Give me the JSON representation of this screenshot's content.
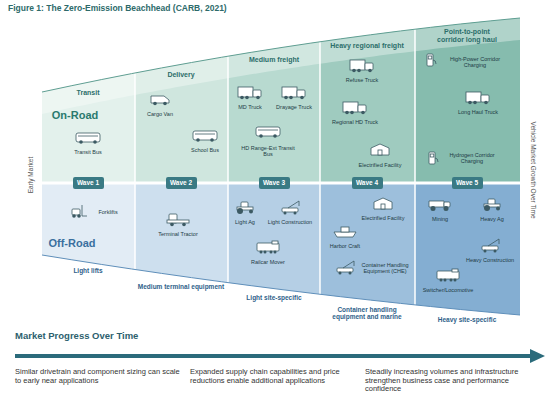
{
  "diagram": {
    "title": "Figure 1: The Zero-Emission Beachhead (CARB, 2021)",
    "nodes": [
      {
        "text": [
          "Wave 1"
        ]
      },
      {
        "text": [
          "Wave 2"
        ]
      },
      {
        "text": [
          "Wave 3"
        ]
      },
      {
        "text": [
          "Wave 4"
        ]
      },
      {
        "text": [
          "Wave 5"
        ]
      }
    ],
    "labels": [
      "Early Market",
      "Vehicle Market Growth Over Time",
      "On-Road",
      "Off-Road",
      "Transit",
      "Delivery",
      "Medium freight",
      "Heavy regional freight",
      "Point-to-point corridor long haul",
      "Transit Bus",
      "Cargo Van",
      "School Bus",
      "MD Truck",
      "Drayage Truck",
      "HD Range-Ext Transit Bus",
      "Refuse Truck",
      "Regional HD Truck",
      "Electrified Facility",
      "High-Power Corridor Charging",
      "Long Haul Truck",
      "Hydrogen Corridor Charging",
      "Forklifts",
      "Terminal Tractor",
      "Light Ag",
      "Light Construction",
      "Railcar Mover",
      "Electrified Facility",
      "Harbor Craft",
      "Container Handling Equipment (CHE)",
      "Mining",
      "Heavy Ag",
      "Heavy Construction",
      "Switcher/Locomotive",
      "Light lifts",
      "Medium terminal equipment",
      "Light site-specific",
      "Container handling equipment and marine",
      "Heavy site-specific",
      "Market Progress Over Time",
      "Similar drivetrain and component sizing can scale to early near applications",
      "Expanded supply chain capabilities and price reductions enable additional applications",
      "Steadily increasing volumes and infrastructure strengthen business case and performance confidence"
    ]
  }
}
